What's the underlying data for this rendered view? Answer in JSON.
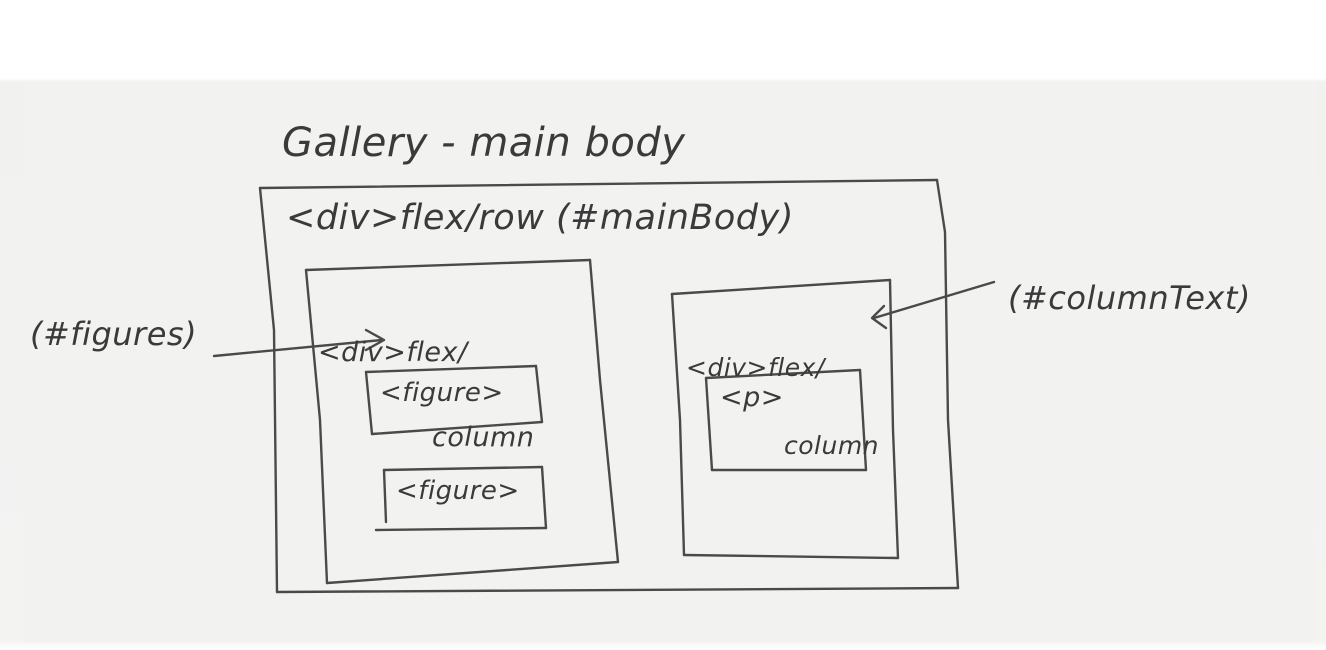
{
  "diagram": {
    "title": "Gallery - main body",
    "main_body": {
      "label": "<div>flex/row (#mainBody)"
    },
    "figures_column": {
      "label_line1": "<div>flex/",
      "label_line2": "column",
      "id_annotation": "(#figures)",
      "children": [
        {
          "label": "<figure>"
        },
        {
          "label": "<figure>"
        }
      ]
    },
    "text_column": {
      "label_line1": "<div>flex/",
      "label_line2": "column",
      "id_annotation": "(#columnText)",
      "children": [
        {
          "label": "<p>"
        }
      ]
    }
  }
}
